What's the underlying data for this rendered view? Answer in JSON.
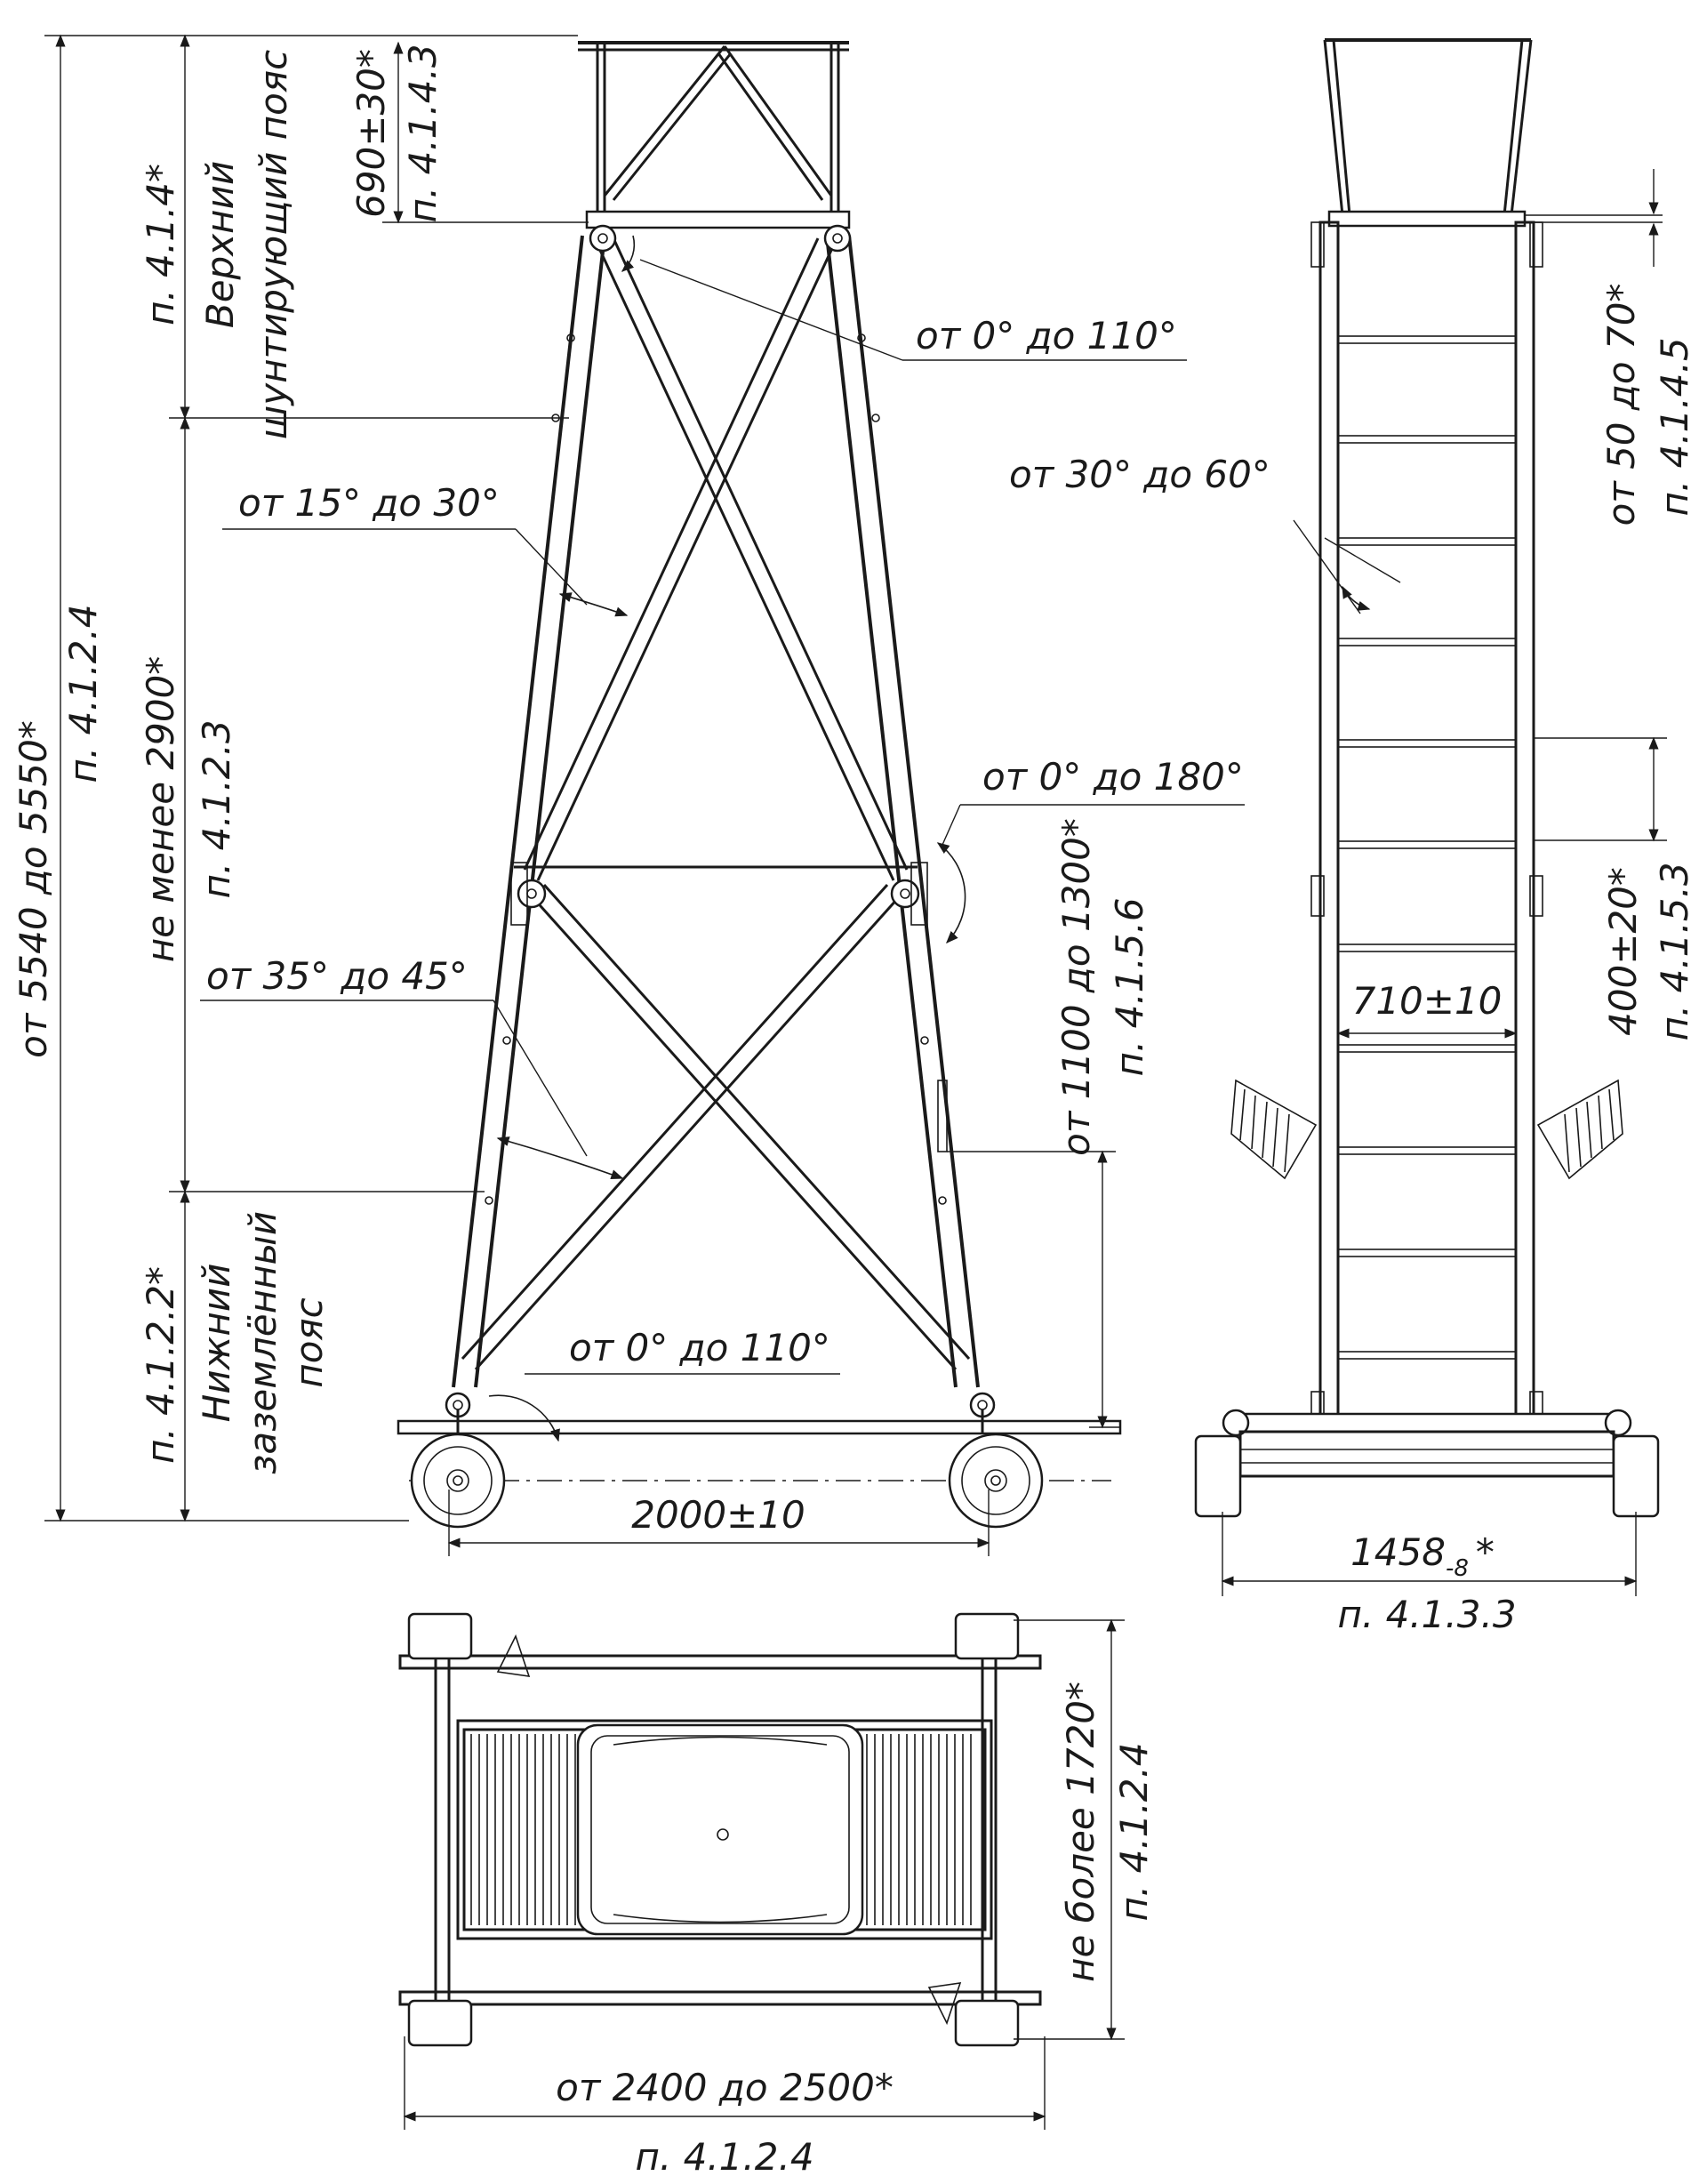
{
  "labels": {
    "total_height": "от 5540 до 5550*",
    "total_height_ref": "п. 4.1.2.4",
    "upper_zone_ref": "п. 4.1.4*",
    "upper_zone_title": "Верхний",
    "upper_zone_title2": "шунтирующий пояс",
    "mid_height": "не менее 2900*",
    "mid_height_ref": "п. 4.1.2.3",
    "lower_zone_ref": "п. 4.1.2.2*",
    "lower_zone_title": "Нижний",
    "lower_zone_title2": "заземлённый",
    "lower_zone_title3": "пояс",
    "railing_height": "690±30*",
    "railing_height_ref": "п. 4.1.4.3",
    "angle_top": "от 0° до 110°",
    "angle_15_30": "от 15° до 30°",
    "angle_0_180": "от 0° до 180°",
    "angle_35_45": "от 35° до 45°",
    "angle_bottom": "от 0° до 110°",
    "hinge_height": "от 1100 до 1300*",
    "hinge_height_ref": "п. 4.1.5.6",
    "wheel_base": "2000±10",
    "ladder_angle": "от 30° до 60°",
    "top_gap": "от 50 до 70*",
    "top_gap_ref": "п. 4.1.4.5",
    "step_pitch": "400±20*",
    "step_pitch_ref": "п. 4.1.5.3",
    "ladder_width": "710±10",
    "track_width": "1458",
    "track_width_tol": "-8",
    "track_width_star": "*",
    "track_width_ref": "п. 4.1.3.3",
    "plan_width": "не более 1720*",
    "plan_width_ref": "п. 4.1.2.4",
    "plan_length": "от 2400 до 2500*",
    "plan_length_ref": "п. 4.1.2.4"
  }
}
